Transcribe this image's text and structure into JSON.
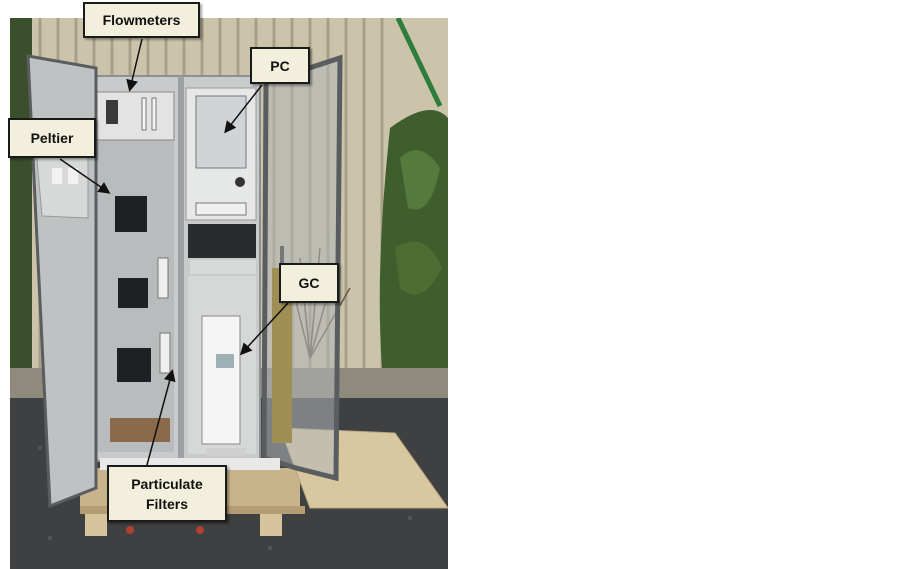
{
  "callouts": {
    "flowmeters": "Flowmeters",
    "pc": "PC",
    "peltier": "Peltier",
    "gc": "GC",
    "particulate_filters": "Particulate\nFilters"
  },
  "colors": {
    "callout_fill": "#f2f0dc",
    "callout_border": "#1a1a1a",
    "cabinet": "#d4d6d5",
    "wall": "#c8c0a6",
    "trim_green": "#2f7d3a"
  }
}
